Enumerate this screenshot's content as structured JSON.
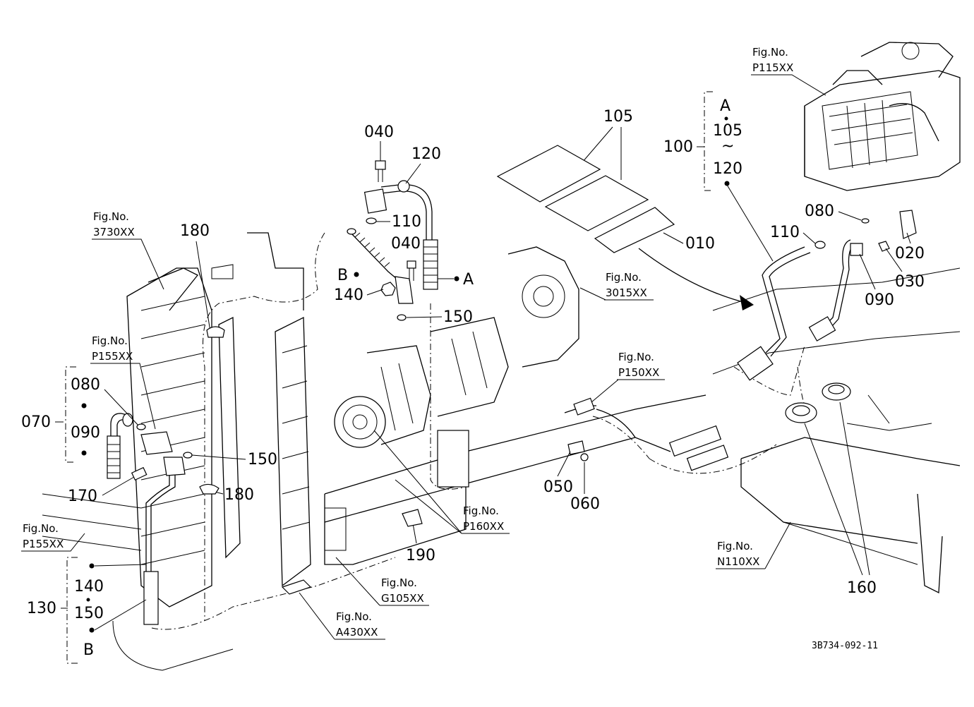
{
  "figure_refs": {
    "p115": {
      "label": "Fig.No.",
      "code": "P115XX"
    },
    "f3730": {
      "label": "Fig.No.",
      "code": "3730XX"
    },
    "p155_top": {
      "label": "Fig.No.",
      "code": "P155XX"
    },
    "p155_bottom": {
      "label": "Fig.No.",
      "code": "P155XX"
    },
    "f3015": {
      "label": "Fig.No.",
      "code": "3015XX"
    },
    "p150": {
      "label": "Fig.No.",
      "code": "P150XX"
    },
    "p160": {
      "label": "Fig.No.",
      "code": "P160XX"
    },
    "g105": {
      "label": "Fig.No.",
      "code": "G105XX"
    },
    "a430": {
      "label": "Fig.No.",
      "code": "A430XX"
    },
    "n110": {
      "label": "Fig.No.",
      "code": "N110XX"
    }
  },
  "parts": {
    "p040_top": "040",
    "p120": "120",
    "p110_mid": "110",
    "p040_mid": "040",
    "p140_mid": "140",
    "p150_mid": "150",
    "p105": "105",
    "p010": "010",
    "p100": "100",
    "p080_right": "080",
    "p110_right": "110",
    "p020": "020",
    "p030": "030",
    "p090_right": "090",
    "p180_top": "180",
    "p180_bottom": "180",
    "p080_left": "080",
    "p070": "070",
    "p090_left": "090",
    "p150_left": "150",
    "p170": "170",
    "p130": "130",
    "p140_left": "140",
    "p150_left_group": "150",
    "p190": "190",
    "p050": "050",
    "p060": "060",
    "p160": "160"
  },
  "group_right": {
    "a": "A",
    "n105": "105",
    "tilde": "~",
    "n120": "120"
  },
  "markers": {
    "a": "A",
    "b_mid": "B",
    "b_bottom": "B"
  },
  "drawing_code": "3B734-092-11"
}
